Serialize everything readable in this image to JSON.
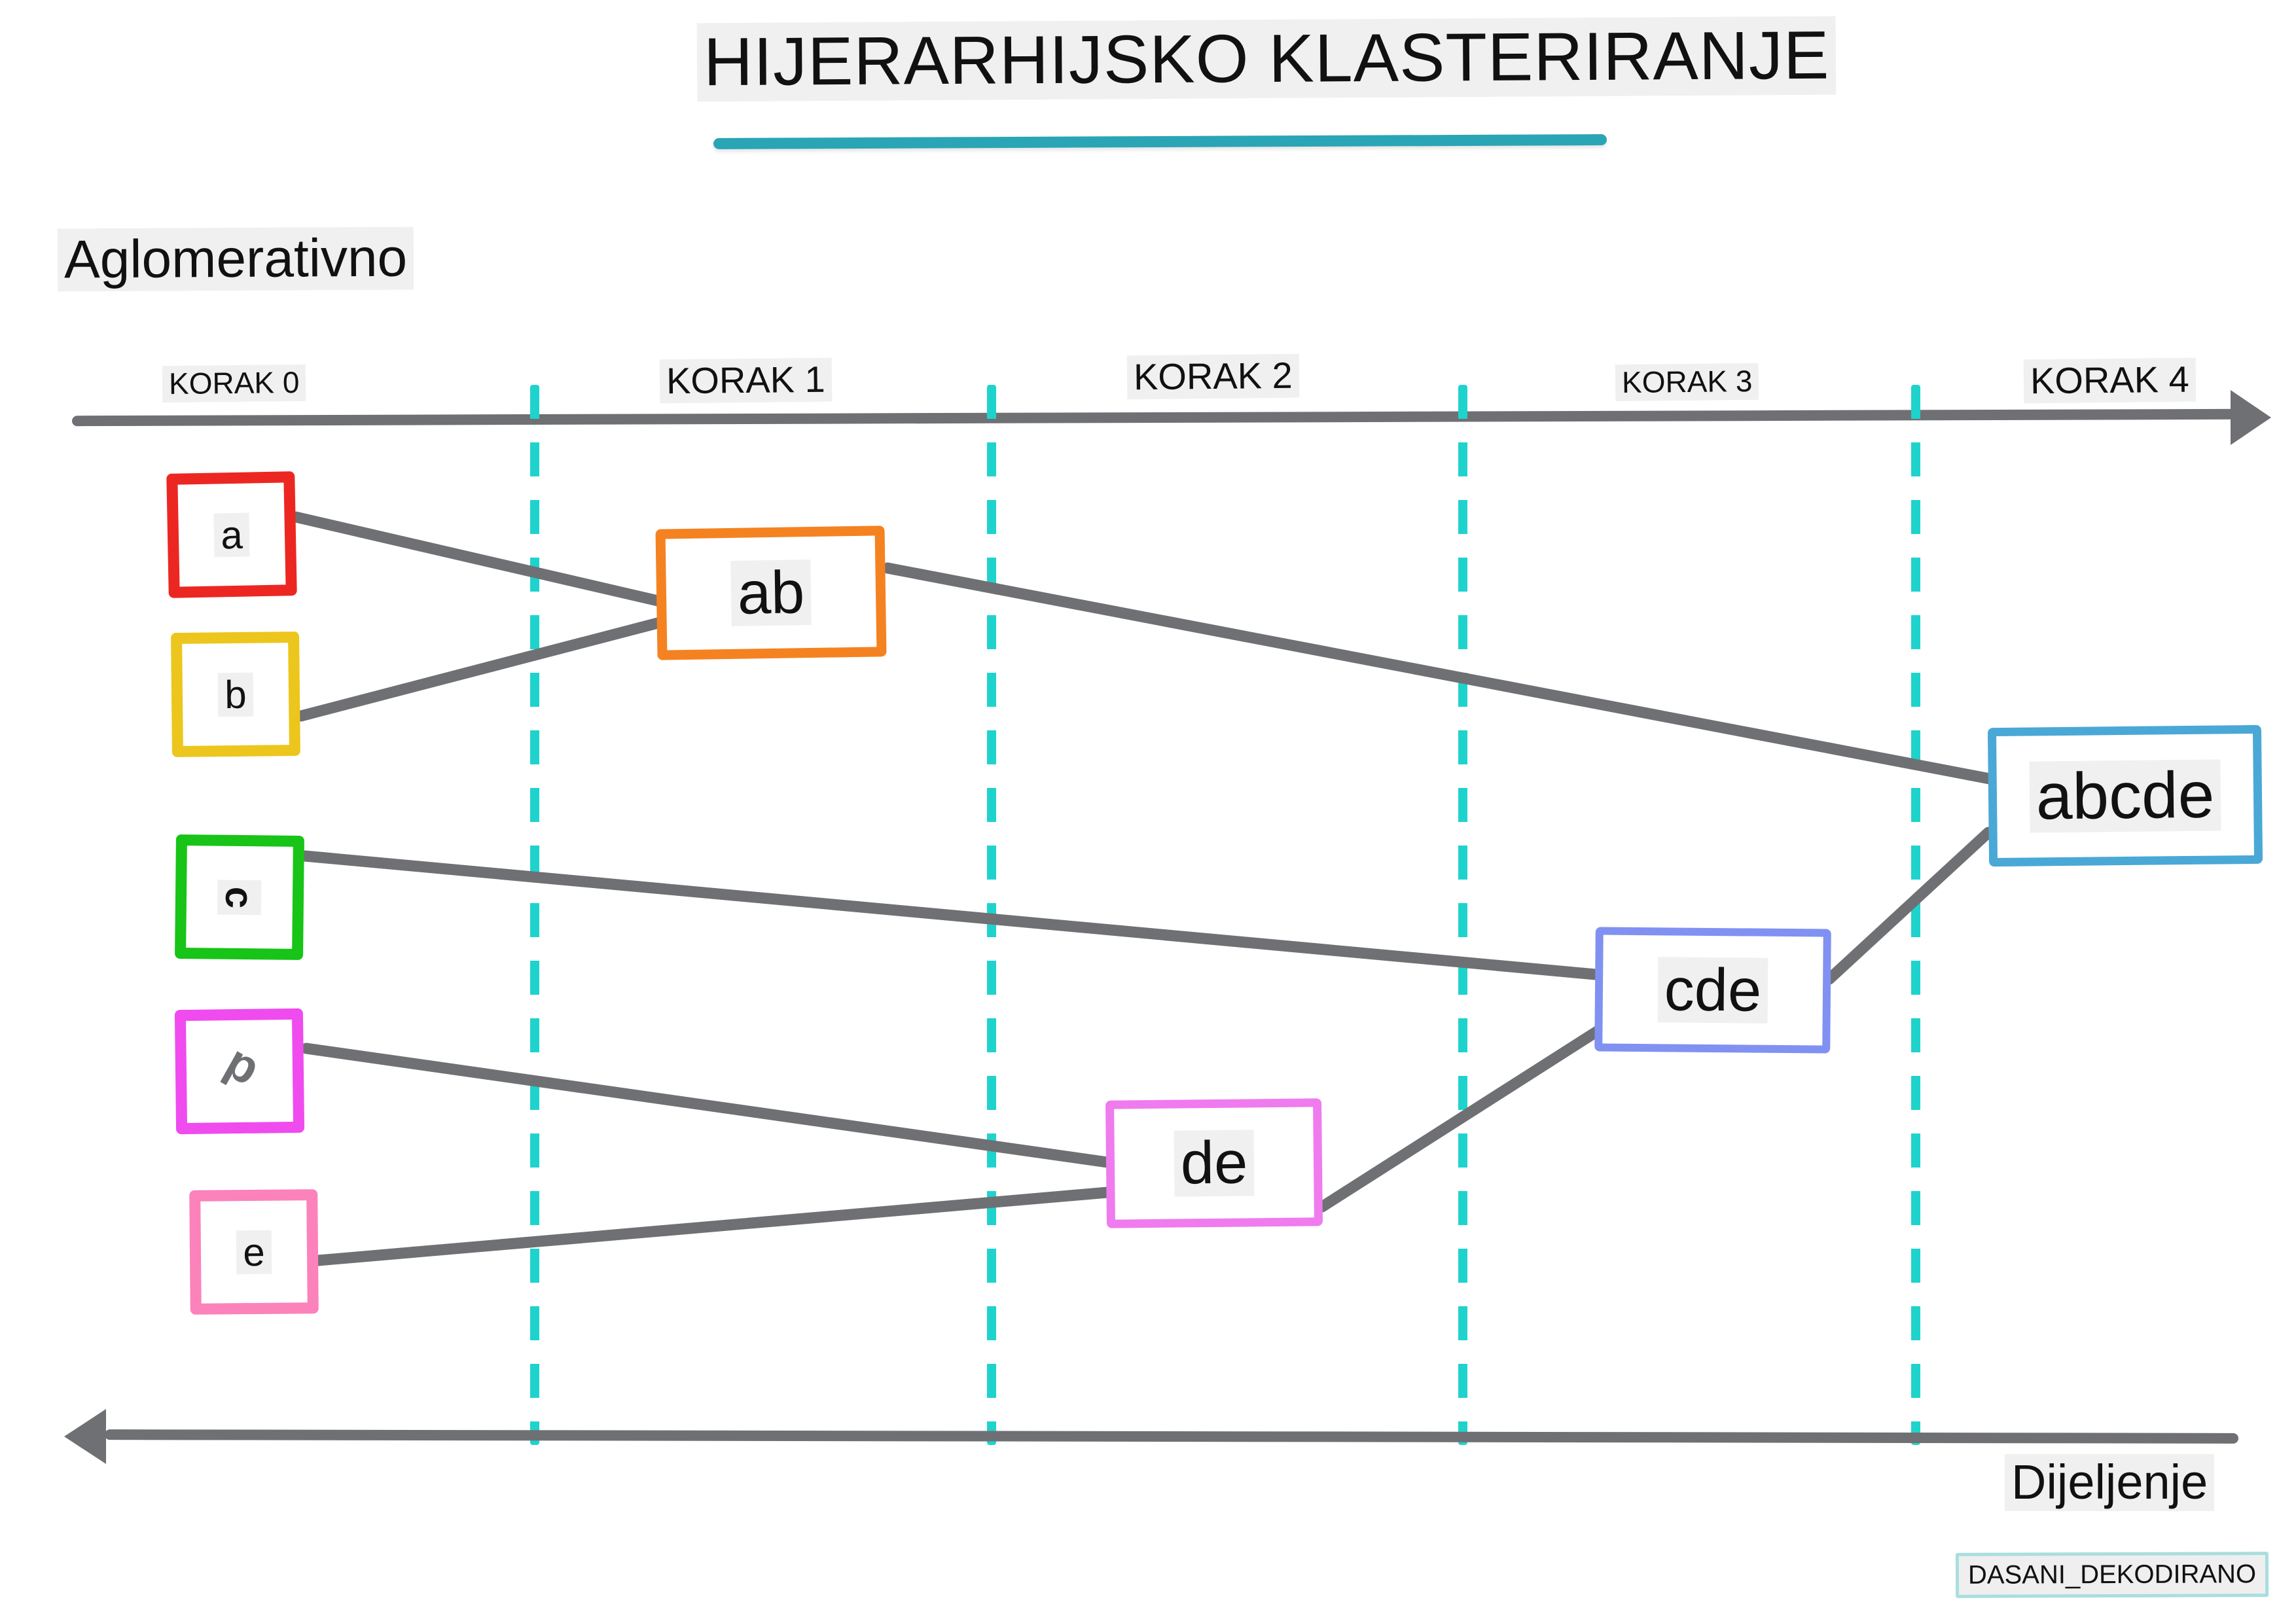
{
  "title": {
    "text": "HIJERARHIJSKO KLASTERIRANJE",
    "rule_color": "#2aa5b5"
  },
  "direction_labels": {
    "top": "Aglomerativno",
    "bottom": "Dijeljenje"
  },
  "steps": [
    {
      "label": "KORAK 0"
    },
    {
      "label": "KORAK 1"
    },
    {
      "label": "KORAK 2"
    },
    {
      "label": "KORAK 3"
    },
    {
      "label": "KORAK 4"
    }
  ],
  "nodes": {
    "a": {
      "label": "a",
      "color": "#ec2722"
    },
    "b": {
      "label": "b",
      "color": "#ecc61c"
    },
    "c": {
      "label": "c",
      "color": "#17c417"
    },
    "d": {
      "label": "d",
      "color": "#ef4bef"
    },
    "e": {
      "label": "e",
      "color": "#fb82bb"
    },
    "ab": {
      "label": "ab",
      "color": "#f58220"
    },
    "de": {
      "label": "de",
      "color": "#ef7bef"
    },
    "cde": {
      "label": "cde",
      "color": "#8091f2"
    },
    "abcde": {
      "label": "abcde",
      "color": "#4aa8d6"
    }
  },
  "merges": [
    {
      "step": 1,
      "from": [
        "a",
        "b"
      ],
      "to": "ab"
    },
    {
      "step": 2,
      "from": [
        "d",
        "e"
      ],
      "to": "de"
    },
    {
      "step": 3,
      "from": [
        "c",
        "de"
      ],
      "to": "cde"
    },
    {
      "step": 4,
      "from": [
        "ab",
        "cde"
      ],
      "to": "abcde"
    }
  ],
  "footer": {
    "badge": "DASANI_DEKODIRANO",
    "badge_border_color": "#a9dede"
  },
  "palette": {
    "divider": "#1fd3cd",
    "connector": "#6f7073",
    "axis": "#6f7073",
    "highlight": "#f0f0f0"
  }
}
